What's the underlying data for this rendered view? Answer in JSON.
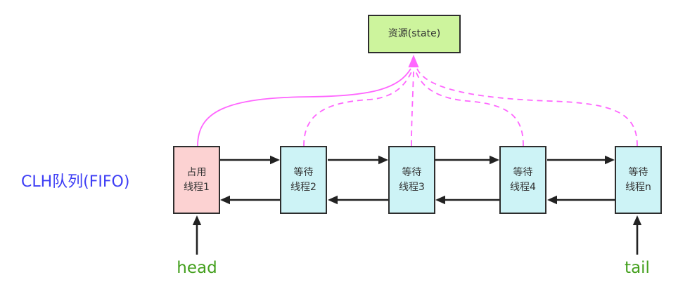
{
  "diagram": {
    "queue_label": "CLH队列(FIFO)",
    "resource": {
      "label": "资源(state)"
    },
    "nodes": [
      {
        "id": "thread-1",
        "label": "占用\n线程1",
        "role": "occupying"
      },
      {
        "id": "thread-2",
        "label": "等待\n线程2",
        "role": "waiting"
      },
      {
        "id": "thread-3",
        "label": "等待\n线程3",
        "role": "waiting"
      },
      {
        "id": "thread-4",
        "label": "等待\n线程4",
        "role": "waiting"
      },
      {
        "id": "thread-n",
        "label": "等待\n线程n",
        "role": "waiting"
      }
    ],
    "pointers": {
      "head": "head",
      "tail": "tail"
    },
    "colors": {
      "resource-fill": "#cdf49d",
      "occupying-fill": "#fcd2d2",
      "waiting-fill": "#cdf3f6",
      "box-border": "#2d2d2d",
      "box-text": "#333333",
      "arrow": "#222222",
      "magenta": "#ff66ff",
      "queue-label": "#3d3df5",
      "pointer-label": "#44a01e"
    }
  }
}
